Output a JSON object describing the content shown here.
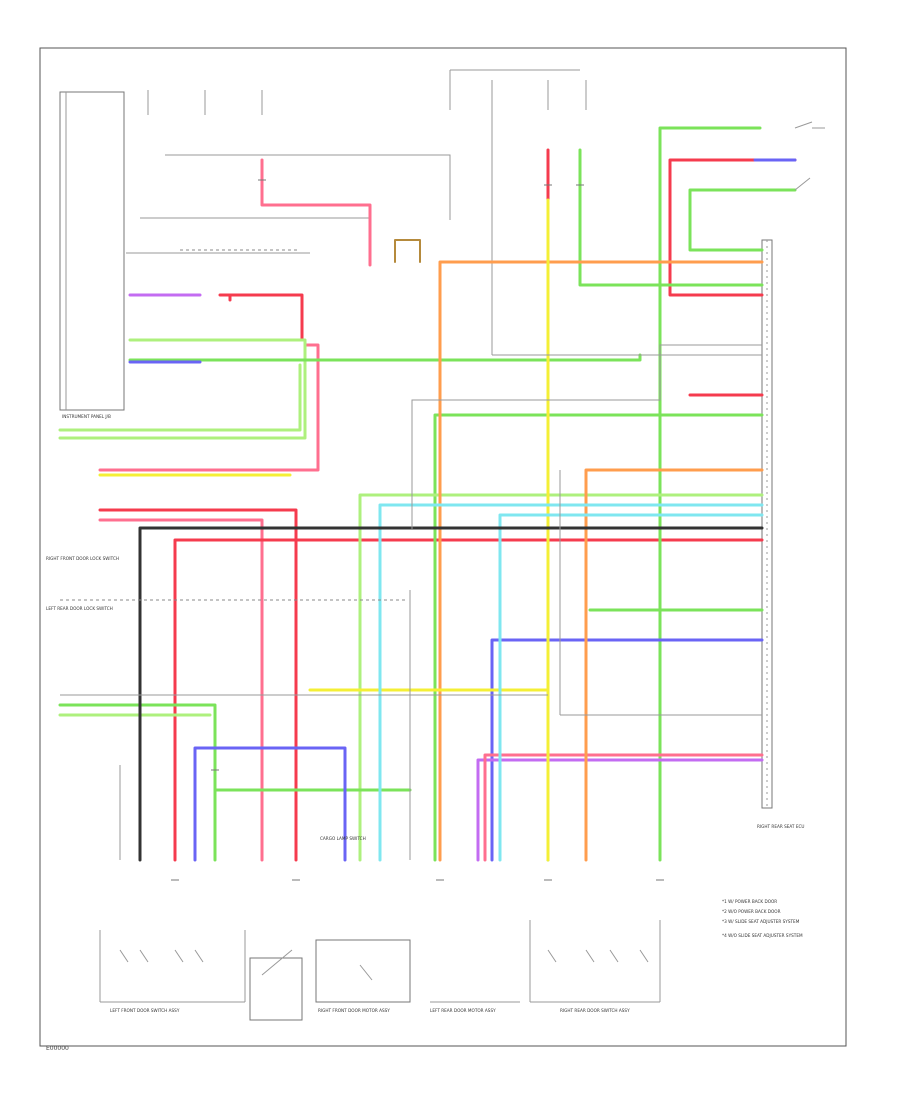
{
  "diagram": {
    "footer_code": "E00000",
    "legend": [
      {
        "id": "1",
        "text": "*1 W/ POWER BACK DOOR"
      },
      {
        "id": "2",
        "text": "*2 W/O POWER BACK DOOR"
      },
      {
        "id": "3",
        "text": "*3 W/ SLIDE SEAT ADJUSTER SYSTEM"
      },
      {
        "id": "4",
        "text": "*4 W/O SLIDE SEAT ADJUSTER SYSTEM"
      }
    ],
    "components": [
      {
        "id": "instrument-panel-jb",
        "label": "INSTRUMENT PANEL J/B"
      },
      {
        "id": "right-rear-seat-ecu",
        "label": "RIGHT REAR SEAT ECU"
      },
      {
        "id": "right-front-door-lock-switch",
        "label": "RIGHT FRONT DOOR LOCK SWITCH"
      },
      {
        "id": "left-front-door-switch-assy",
        "label": "LEFT FRONT DOOR SWITCH ASSY"
      },
      {
        "id": "right-front-door-motor-assy",
        "label": "RIGHT FRONT DOOR MOTOR ASSY"
      },
      {
        "id": "left-rear-door-motor-assy",
        "label": "LEFT REAR DOOR MOTOR ASSY"
      },
      {
        "id": "cargo-lamp-switch",
        "label": "CARGO LAMP SWITCH"
      },
      {
        "id": "right-rear-door-switch-assy",
        "label": "RIGHT REAR DOOR SWITCH ASSY"
      },
      {
        "id": "left-rear-door-lock-switch",
        "label": "LEFT REAR DOOR LOCK SWITCH"
      }
    ],
    "wires": [
      {
        "id": "pink-1",
        "color": "#ff6f8f"
      },
      {
        "id": "red-1",
        "color": "#f53b4e"
      },
      {
        "id": "green-1",
        "color": "#7be35a"
      },
      {
        "id": "lightgreen-1",
        "color": "#aef07d"
      },
      {
        "id": "blue-1",
        "color": "#6a64f5"
      },
      {
        "id": "violet-1",
        "color": "#c36cf2"
      },
      {
        "id": "orange-1",
        "color": "#ff9d4e"
      },
      {
        "id": "yellow-1",
        "color": "#f4ef35"
      },
      {
        "id": "cyan-1",
        "color": "#7fe7f0"
      },
      {
        "id": "black-1",
        "color": "#333333"
      },
      {
        "id": "gray-1",
        "color": "#8e8e8e"
      }
    ]
  }
}
